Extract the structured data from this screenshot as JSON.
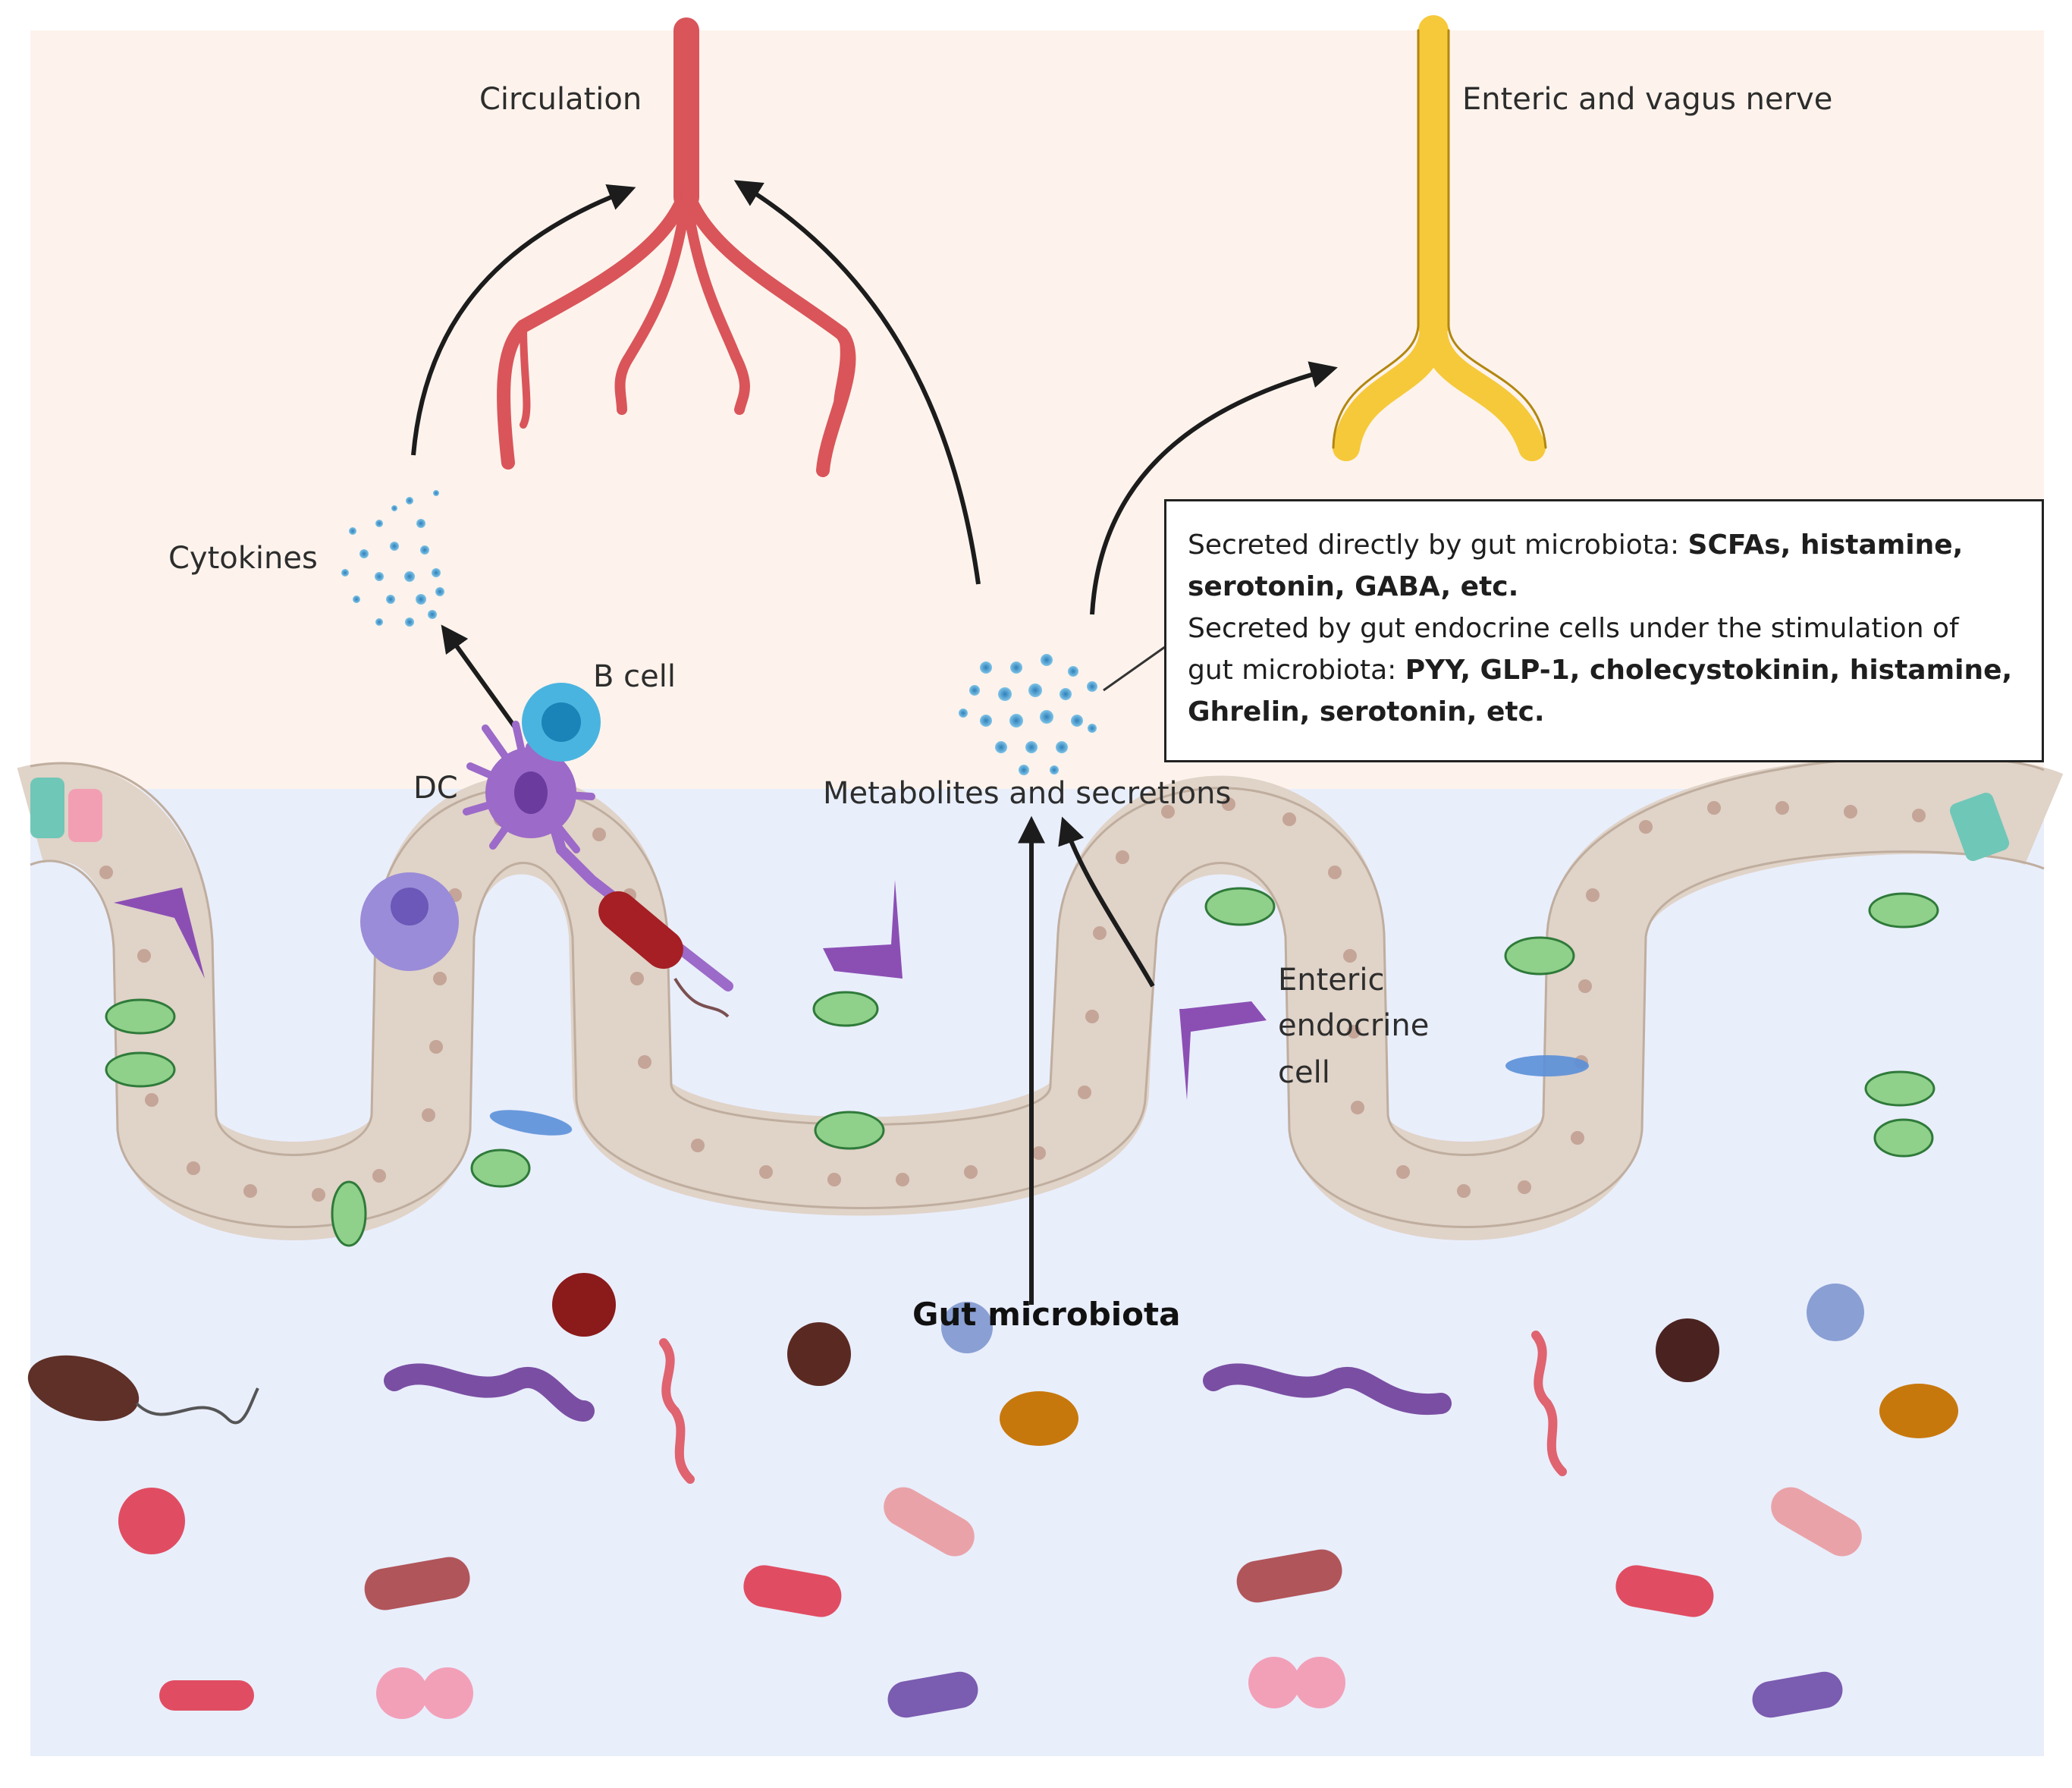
{
  "labels": {
    "circulation": "Circulation",
    "nerve": "Enteric and vagus nerve",
    "cytokines": "Cytokines",
    "b_cell": "B cell",
    "dc": "DC",
    "metabolites": "Metabolites and secretions",
    "endocrine_1": "Enteric",
    "endocrine_2": "endocrine",
    "endocrine_3": "cell",
    "gut_microbiota": "Gut microbiota"
  },
  "info_box": {
    "line1_plain": "Secreted directly by gut microbiota: ",
    "line1_bold": "SCFAs, histamine,",
    "line2_bold": "serotonin, GABA, etc.",
    "line3_plain": "Secreted by gut endocrine cells under the stimulation of",
    "line4_plain": "gut microbiota: ",
    "line4_bold": "PYY, GLP-1, cholecystokinin, histamine,",
    "line5_bold": "Ghrelin, serotonin, etc."
  },
  "colors": {
    "upper_background": "#fdf3ec",
    "lumen_background": "#e9eefb",
    "epithelium": "#e0d3c8",
    "blood_vessel": "#d9555a",
    "nerve": "#f6c93a",
    "dc_cell": "#9c6ac8",
    "b_cell": "#4ab4e0"
  }
}
